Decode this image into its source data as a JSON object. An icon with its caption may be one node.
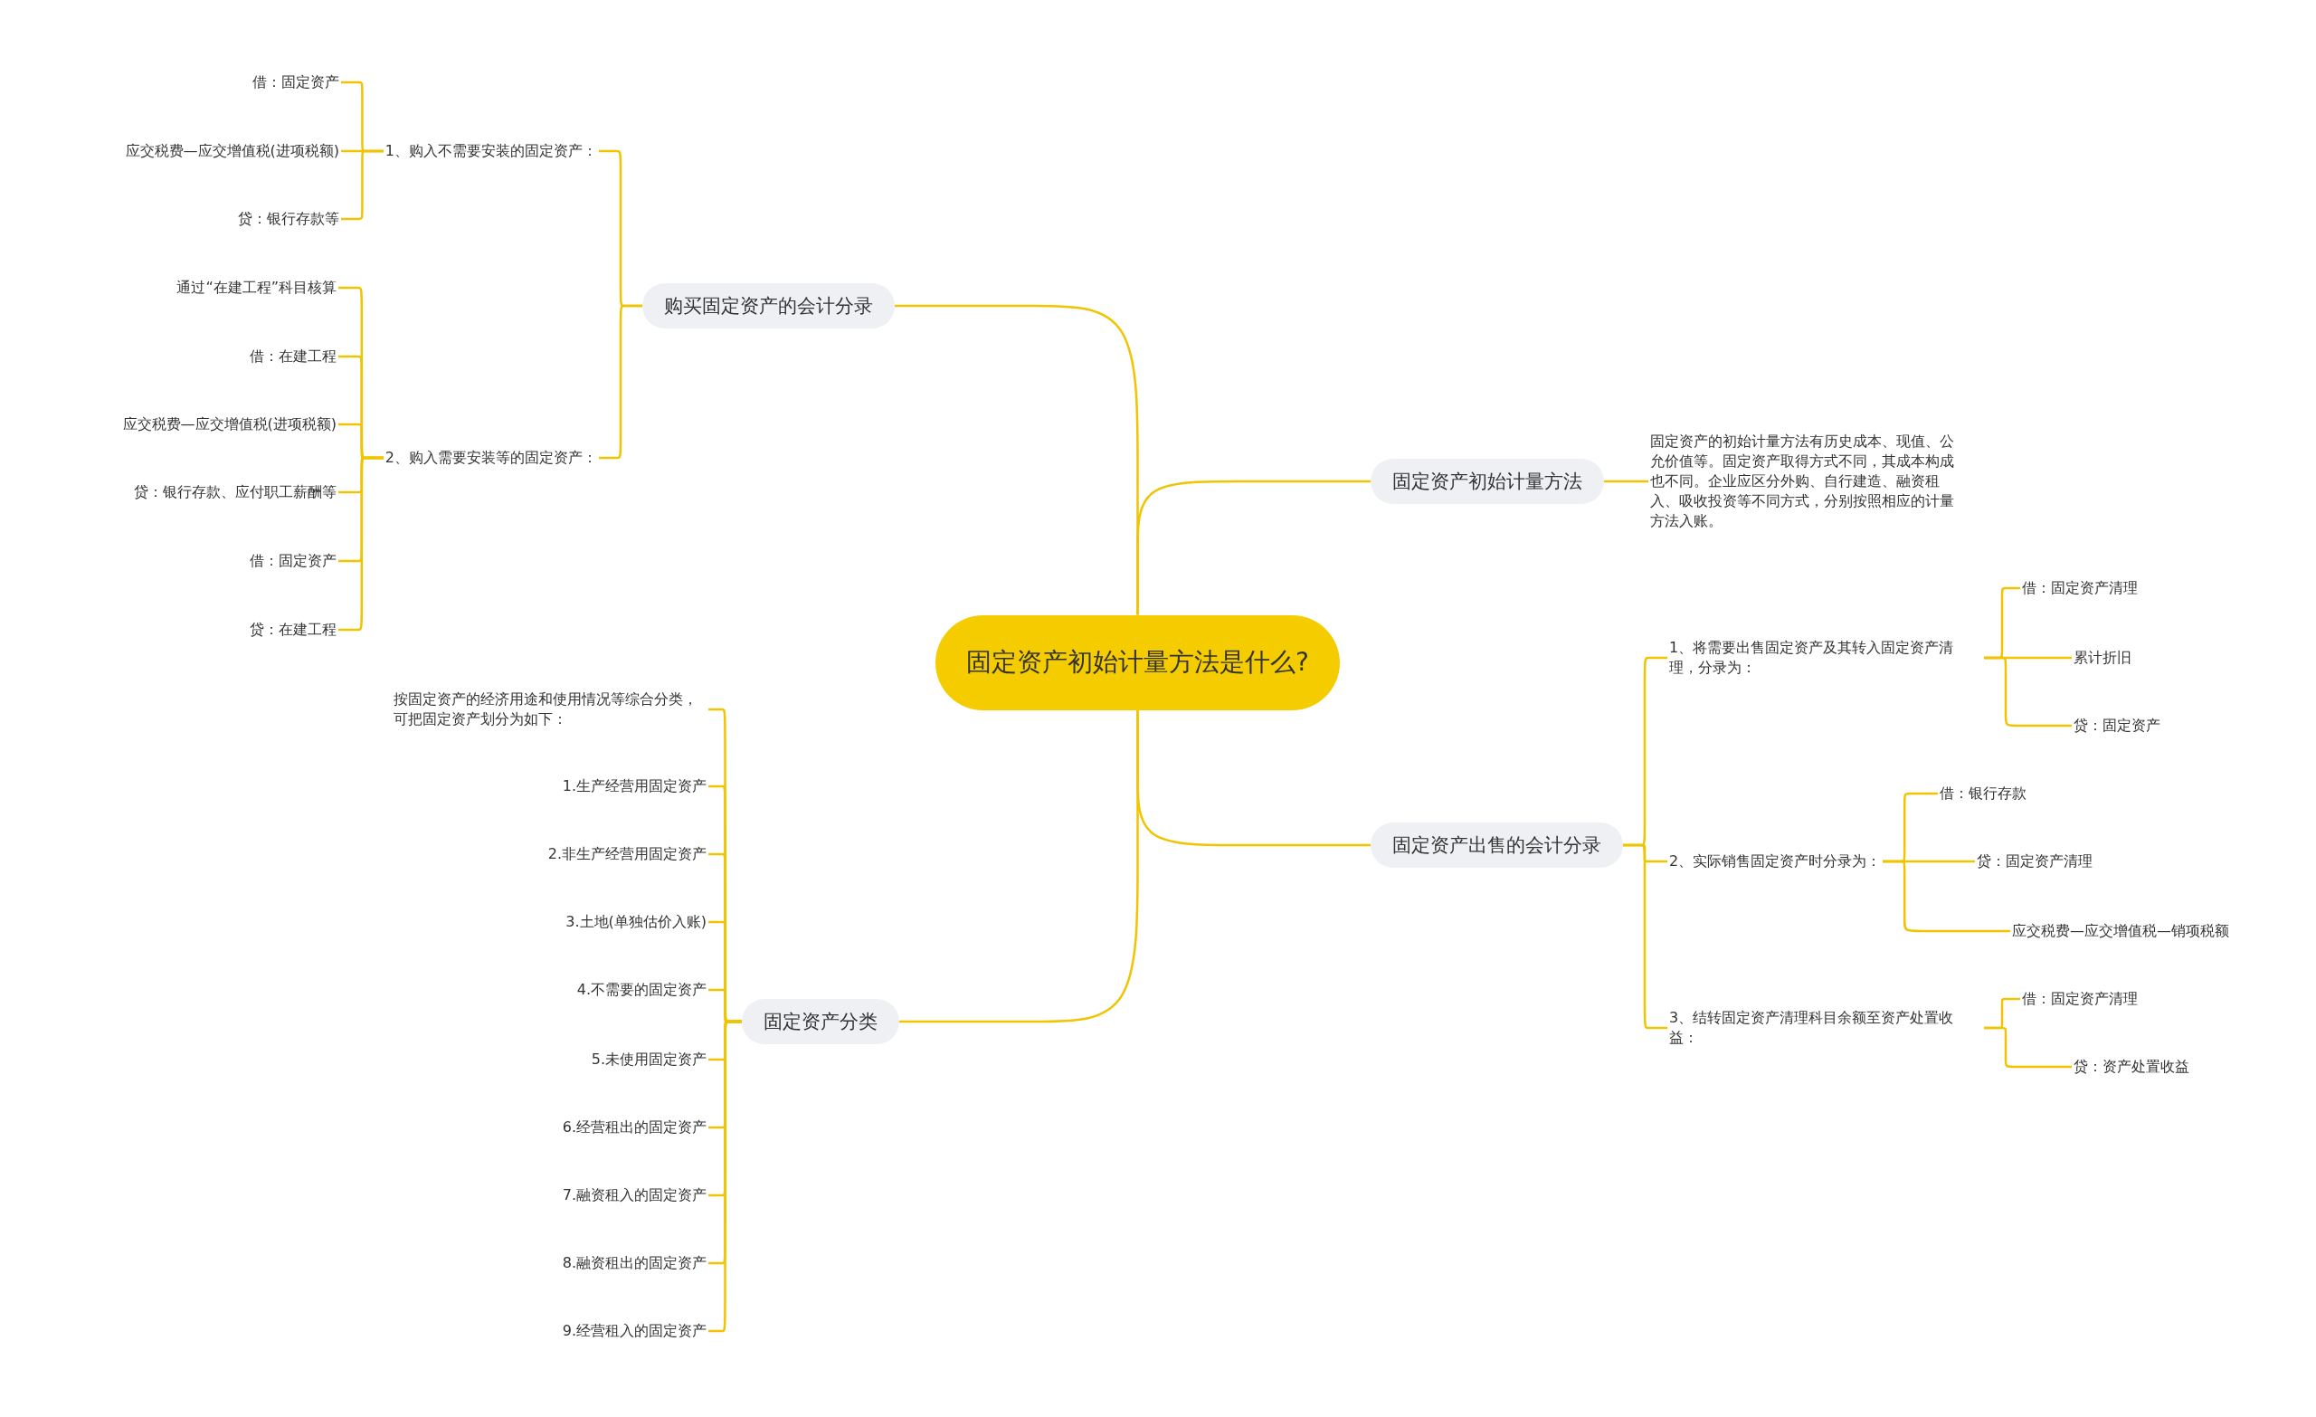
{
  "diagram": {
    "nodes": [
      {
        "text": [
          "固定资产初始计量方法是什么?"
        ]
      },
      {
        "text": [
          "购买固定资产的会计分录"
        ]
      },
      {
        "text": [
          "1、购入不需要安装的固定资产："
        ]
      },
      {
        "text": [
          "借：固定资产"
        ]
      },
      {
        "text": [
          "应交税费—应交增值税(进项税额)"
        ]
      },
      {
        "text": [
          "贷：银行存款等"
        ]
      },
      {
        "text": [
          "2、购入需要安装等的固定资产："
        ]
      },
      {
        "text": [
          "通过“在建工程”科目核算"
        ]
      },
      {
        "text": [
          "借：在建工程"
        ]
      },
      {
        "text": [
          "应交税费—应交增值税(进项税额)"
        ]
      },
      {
        "text": [
          "贷：银行存款、应付职工薪酬等"
        ]
      },
      {
        "text": [
          "借：固定资产"
        ]
      },
      {
        "text": [
          "贷：在建工程"
        ]
      },
      {
        "text": [
          "固定资产分类"
        ]
      },
      {
        "text": [
          "按固定资产的经济用途和使用情况等综合分类，可把固定资产划分为如下："
        ]
      },
      {
        "text": [
          "1.生产经营用固定资产"
        ]
      },
      {
        "text": [
          "2.非生产经营用固定资产"
        ]
      },
      {
        "text": [
          "3.土地(单独估价入账)"
        ]
      },
      {
        "text": [
          "4.不需要的固定资产"
        ]
      },
      {
        "text": [
          "5.未使用固定资产"
        ]
      },
      {
        "text": [
          "6.经营租出的固定资产"
        ]
      },
      {
        "text": [
          "7.融资租入的固定资产"
        ]
      },
      {
        "text": [
          "8.融资租出的固定资产"
        ]
      },
      {
        "text": [
          "9.经营租入的固定资产"
        ]
      },
      {
        "text": [
          "固定资产初始计量方法"
        ]
      },
      {
        "text": [
          "固定资产的初始计量方法有历史成本、现值、公允价值等。固定资产取得方式不同，其成本构成也不同。企业应区分外购、自行建造、融资租入、吸收投资等不同方式，分别按照相应的计量方法入账。"
        ]
      },
      {
        "text": [
          "固定资产出售的会计分录"
        ]
      },
      {
        "text": [
          "1、将需要出售固定资产及其转入固定资产清理，分录为："
        ]
      },
      {
        "text": [
          "借：固定资产清理"
        ]
      },
      {
        "text": [
          "累计折旧"
        ]
      },
      {
        "text": [
          "贷：固定资产"
        ]
      },
      {
        "text": [
          "2、实际销售固定资产时分录为："
        ]
      },
      {
        "text": [
          "借：银行存款"
        ]
      },
      {
        "text": [
          "贷：固定资产清理"
        ]
      },
      {
        "text": [
          "应交税费—应交增值税—销项税额"
        ]
      },
      {
        "text": [
          "3、结转固定资产清理科目余额至资产处置收益："
        ]
      },
      {
        "text": [
          "借：固定资产清理"
        ]
      },
      {
        "text": [
          "贷：资产处置收益"
        ]
      }
    ],
    "edges": [
      {
        "from": 0,
        "to": 1,
        "arrow": "none"
      },
      {
        "from": 1,
        "to": 2,
        "arrow": "none"
      },
      {
        "from": 2,
        "to": 3,
        "arrow": "none"
      },
      {
        "from": 2,
        "to": 4,
        "arrow": "none"
      },
      {
        "from": 2,
        "to": 5,
        "arrow": "none"
      },
      {
        "from": 1,
        "to": 6,
        "arrow": "none"
      },
      {
        "from": 6,
        "to": 7,
        "arrow": "none"
      },
      {
        "from": 6,
        "to": 8,
        "arrow": "none"
      },
      {
        "from": 6,
        "to": 9,
        "arrow": "none"
      },
      {
        "from": 6,
        "to": 10,
        "arrow": "none"
      },
      {
        "from": 6,
        "to": 11,
        "arrow": "none"
      },
      {
        "from": 6,
        "to": 12,
        "arrow": "none"
      },
      {
        "from": 0,
        "to": 13,
        "arrow": "none"
      },
      {
        "from": 13,
        "to": 14,
        "arrow": "none"
      },
      {
        "from": 13,
        "to": 15,
        "arrow": "none"
      },
      {
        "from": 13,
        "to": 16,
        "arrow": "none"
      },
      {
        "from": 13,
        "to": 17,
        "arrow": "none"
      },
      {
        "from": 13,
        "to": 18,
        "arrow": "none"
      },
      {
        "from": 13,
        "to": 19,
        "arrow": "none"
      },
      {
        "from": 13,
        "to": 20,
        "arrow": "none"
      },
      {
        "from": 13,
        "to": 21,
        "arrow": "none"
      },
      {
        "from": 13,
        "to": 22,
        "arrow": "none"
      },
      {
        "from": 13,
        "to": 23,
        "arrow": "none"
      },
      {
        "from": 0,
        "to": 24,
        "arrow": "none"
      },
      {
        "from": 24,
        "to": 25,
        "arrow": "none"
      },
      {
        "from": 0,
        "to": 26,
        "arrow": "none"
      },
      {
        "from": 26,
        "to": 27,
        "arrow": "none"
      },
      {
        "from": 27,
        "to": 28,
        "arrow": "none"
      },
      {
        "from": 27,
        "to": 29,
        "arrow": "none"
      },
      {
        "from": 27,
        "to": 30,
        "arrow": "none"
      },
      {
        "from": 26,
        "to": 31,
        "arrow": "none"
      },
      {
        "from": 31,
        "to": 32,
        "arrow": "none"
      },
      {
        "from": 31,
        "to": 33,
        "arrow": "none"
      },
      {
        "from": 31,
        "to": 34,
        "arrow": "none"
      },
      {
        "from": 26,
        "to": 35,
        "arrow": "none"
      },
      {
        "from": 35,
        "to": 36,
        "arrow": "none"
      },
      {
        "from": 35,
        "to": 37,
        "arrow": "none"
      }
    ]
  }
}
